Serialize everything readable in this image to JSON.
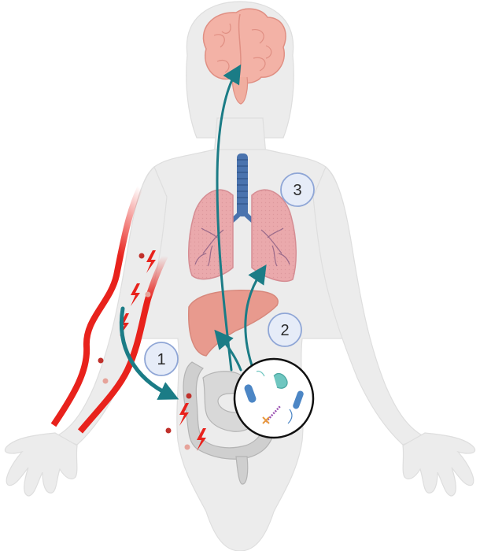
{
  "badges": [
    {
      "label": "1"
    },
    {
      "label": "2"
    },
    {
      "label": "3"
    }
  ],
  "colors": {
    "silhouette": "#ececec",
    "silhouette_edge": "#dcdcdc",
    "blood_vessel": "#e8221c",
    "arrow": "#1b7c86",
    "badge_fill": "#e6ecf8",
    "badge_stroke": "#8fa6d6",
    "brain": "#f3b2a6",
    "lungs": "#eaa9ac",
    "trachea": "#4a73ae",
    "liver": "#e89a8e",
    "intestine": "#c8c8c8",
    "bacteria_teal": "#6fc6c0",
    "bacteria_blue": "#4c86c5"
  },
  "icons": [
    "brain-icon",
    "trachea-icon",
    "lungs-icon",
    "liver-icon",
    "intestine-icon",
    "lightning-icon",
    "blood-cell-icon",
    "bacteria-icon",
    "phage-icon"
  ]
}
